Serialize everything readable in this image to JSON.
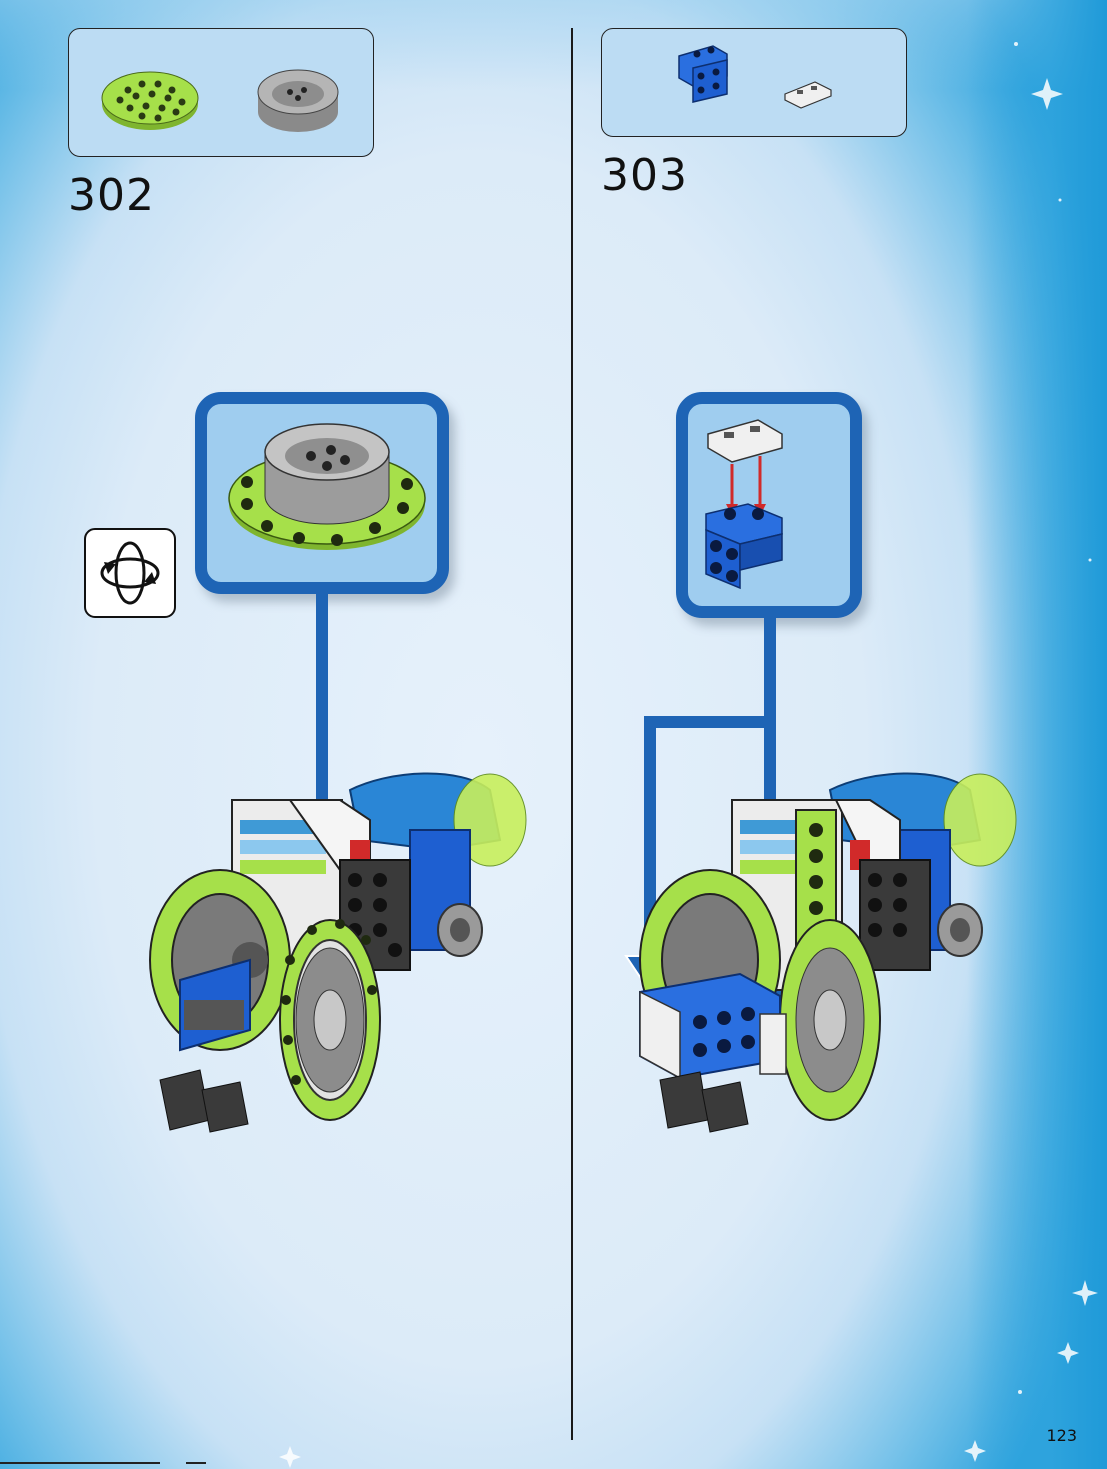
{
  "steps": [
    {
      "number": "302"
    },
    {
      "number": "303"
    }
  ],
  "page_number": "123",
  "colors": {
    "instruction_blue": "#1e64b5",
    "lime": "#a6e04a",
    "brick_blue": "#1e5fd1",
    "grey": "#9a9a9a",
    "callout_fill": "#9fcdef",
    "arrow_red": "#d12a2a"
  },
  "icons": [
    "rotate-model-icon"
  ]
}
